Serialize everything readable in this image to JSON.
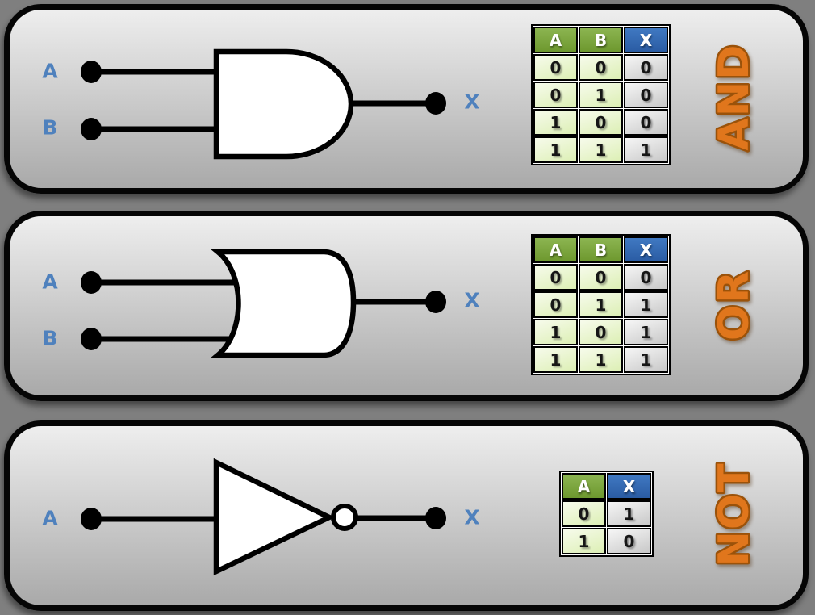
{
  "colors": {
    "bg_gap": "#7f7f7f",
    "panel_top": "#eeeeee",
    "panel_bottom": "#a9a9a9",
    "label_blue": "#4f81bd",
    "word_orange": "#e0761c",
    "word_outline": "#9a520a",
    "header_green_top": "#8cb551",
    "header_green_bottom": "#6d982e",
    "header_blue_top": "#4079c2",
    "header_blue_bottom": "#2a5ca3",
    "cell_green_top": "#f7fbec",
    "cell_green_bottom": "#dcefb4",
    "cell_grey_top": "#f6f6f6",
    "cell_grey_bottom": "#c8c8c8"
  },
  "panels": [
    {
      "name": "AND",
      "inputs": [
        "A",
        "B"
      ],
      "output": "X",
      "table": {
        "headers": [
          "A",
          "B",
          "X"
        ],
        "rows": [
          [
            "0",
            "0",
            "0"
          ],
          [
            "0",
            "1",
            "0"
          ],
          [
            "1",
            "0",
            "0"
          ],
          [
            "1",
            "1",
            "1"
          ]
        ]
      }
    },
    {
      "name": "OR",
      "inputs": [
        "A",
        "B"
      ],
      "output": "X",
      "table": {
        "headers": [
          "A",
          "B",
          "X"
        ],
        "rows": [
          [
            "0",
            "0",
            "0"
          ],
          [
            "0",
            "1",
            "1"
          ],
          [
            "1",
            "0",
            "1"
          ],
          [
            "1",
            "1",
            "1"
          ]
        ]
      }
    },
    {
      "name": "NOT",
      "inputs": [
        "A"
      ],
      "output": "X",
      "table": {
        "headers": [
          "A",
          "X"
        ],
        "rows": [
          [
            "0",
            "1"
          ],
          [
            "1",
            "0"
          ]
        ]
      }
    }
  ]
}
